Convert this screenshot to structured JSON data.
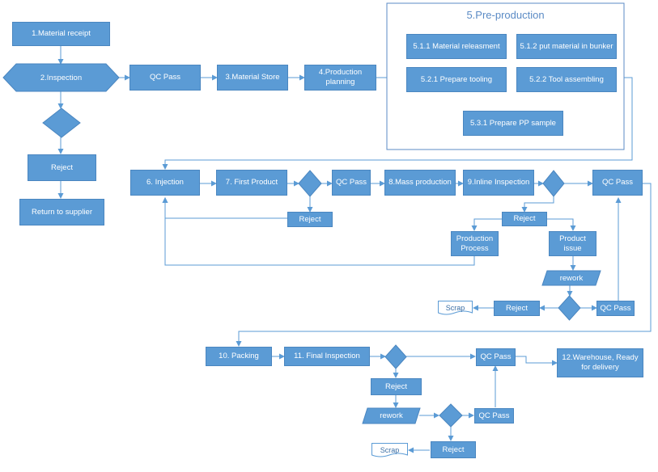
{
  "nodes": {
    "material_receipt": "1.Material receipt",
    "inspection": "2.Inspection",
    "reject_supplier_check": "Reject",
    "return_supplier": "Return to supplier",
    "qc_pass_1": "QC Pass",
    "material_store": "3.Material Store",
    "production_planning": "4.Production planning",
    "preproduction_title": "5.Pre-production",
    "material_release": "5.1.1 Material releasment",
    "put_material": "5.1.2 put material in bunker",
    "prepare_tooling": "5.2.1 Prepare tooling",
    "tool_assembling": "5.2.2 Tool assembling",
    "prepare_pp": "5.3.1 Prepare  PP sample",
    "injection": "6. Injection",
    "first_product": "7. First Product",
    "reject_first": "Reject",
    "qc_pass_2": "QC Pass",
    "mass_production": "8.Mass production",
    "inline_inspection": "9.Inline Inspection",
    "qc_pass_3": "QC Pass",
    "reject_inline": "Reject",
    "production_process": "Production Process",
    "product_issue": "Product issue",
    "rework_1": "rework",
    "reject_rework_1": "Reject",
    "qc_pass_4": "QC Pass",
    "scrap_1": "Scrap",
    "packing": "10. Packing",
    "final_inspection": "11. Final Inspection",
    "qc_pass_5": "QC Pass",
    "warehouse": "12.Warehouse, Ready for delivery",
    "reject_final": "Reject",
    "rework_2": "rework",
    "qc_pass_6": "QC Pass",
    "reject_rework_2": "Reject",
    "scrap_2": "Scrap"
  },
  "colors": {
    "box_fill": "#5b9bd5",
    "box_text": "#ffffff",
    "connector": "#5b9bd5",
    "frame_border": "#5b8bc5"
  }
}
